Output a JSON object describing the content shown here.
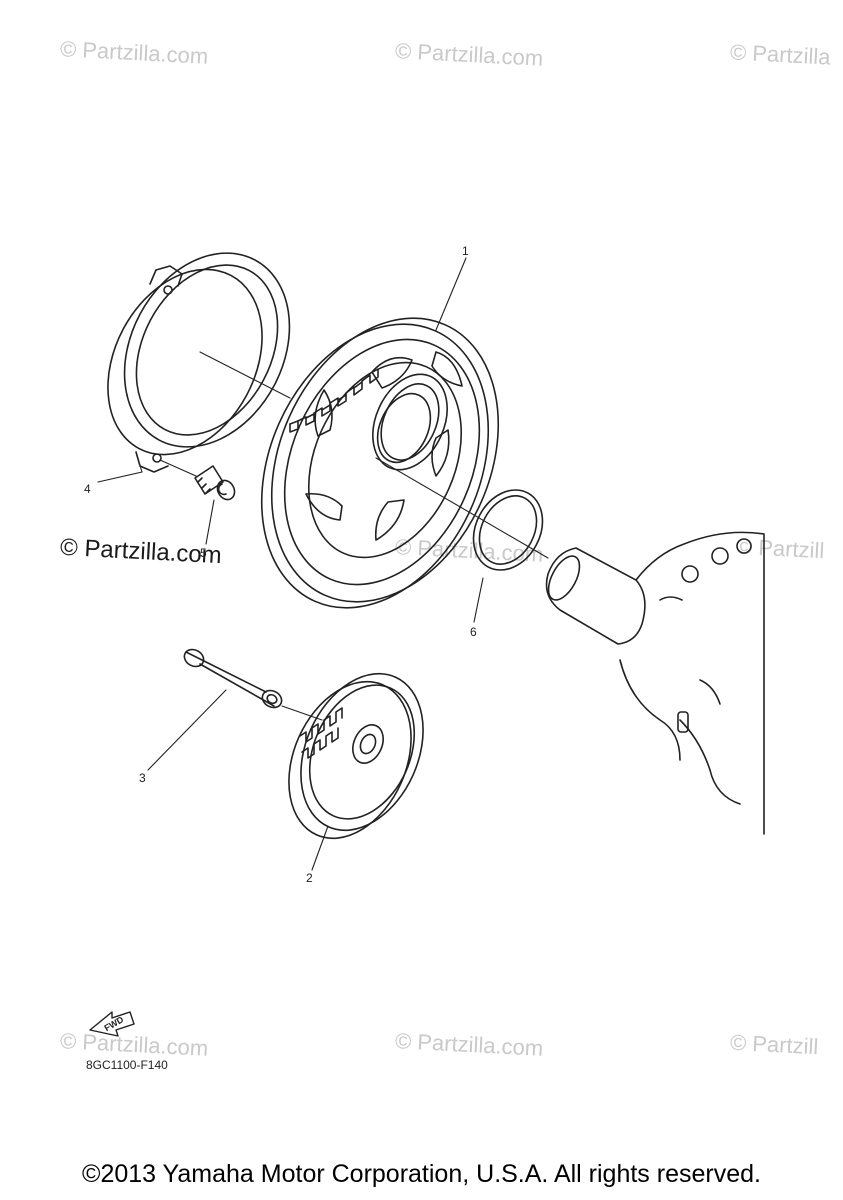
{
  "watermarks": {
    "top_left": "© Partzilla.com",
    "top_center": "© Partzilla.com",
    "top_right": "© Partzilla",
    "mid_left": "© Partzilla.com",
    "mid_center": "© Partzilla.com",
    "mid_right": "© Partzill",
    "bottom_left": "© Partzilla.com",
    "bottom_center": "© Partzilla.com",
    "bottom_right": "© Partzill"
  },
  "callouts": [
    "1",
    "2",
    "3",
    "4",
    "5",
    "6"
  ],
  "fwd_label": "FWD",
  "diagram_code": "8GC1100-F140",
  "copyright": "©2013 Yamaha Motor Corporation, U.S.A. All rights reserved."
}
